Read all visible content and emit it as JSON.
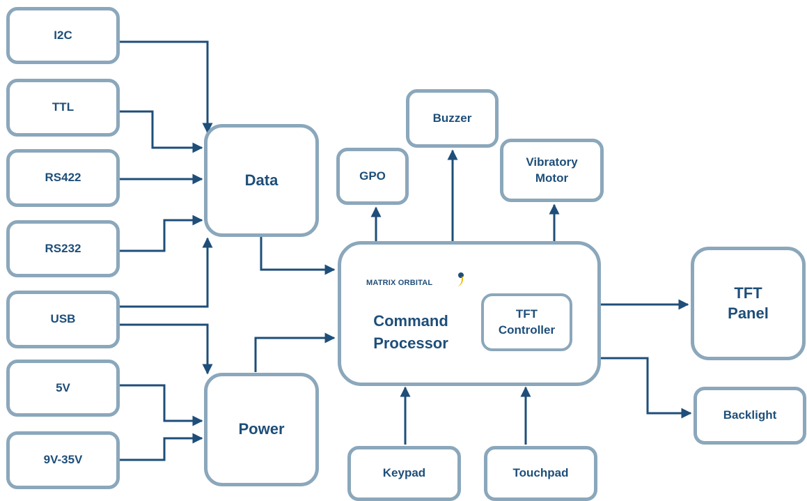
{
  "colors": {
    "stroke": "#1e4e79",
    "box_border": "#8ba7bb",
    "text": "#1e4e79"
  },
  "inputs": {
    "i2c": "I2C",
    "ttl": "TTL",
    "rs422": "RS422",
    "rs232": "RS232",
    "usb": "USB",
    "v5": "5V",
    "v9_35": "9V-35V"
  },
  "hubs": {
    "data": "Data",
    "power": "Power"
  },
  "processor": {
    "logo": "MATRIX ORBITAL",
    "title": "Command\nProcessor",
    "controller": "TFT\nController"
  },
  "outputs": {
    "gpo": "GPO",
    "buzzer": "Buzzer",
    "vibratory_motor": "Vibratory\nMotor",
    "tft_panel": "TFT\nPanel",
    "backlight": "Backlight",
    "keypad": "Keypad",
    "touchpad": "Touchpad"
  }
}
